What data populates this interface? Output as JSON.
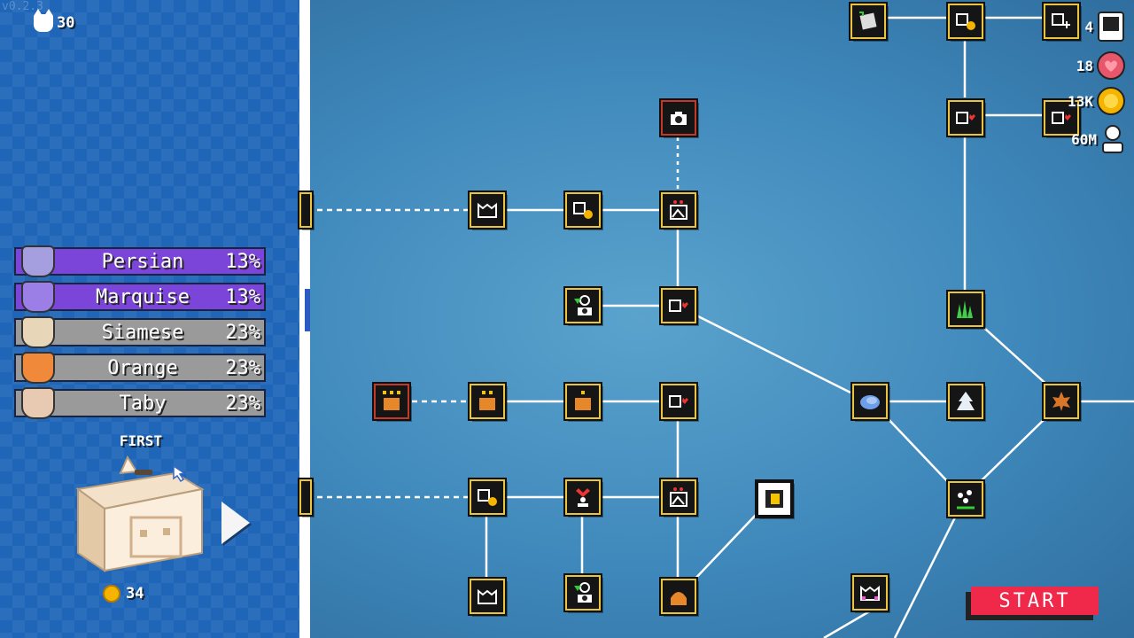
{
  "version": "v0.2.3",
  "cats_owned": "30",
  "breeds": [
    {
      "name": "Persian",
      "percent": "13%",
      "active": true,
      "color": "#a59fe0"
    },
    {
      "name": "Marquise",
      "percent": "13%",
      "active": true,
      "color": "#9b7fe6"
    },
    {
      "name": "Siamese",
      "percent": "23%",
      "active": false,
      "color": "#e8d6b8"
    },
    {
      "name": "Orange",
      "percent": "23%",
      "active": false,
      "color": "#f08a3a"
    },
    {
      "name": "Taby",
      "percent": "23%",
      "active": false,
      "color": "#e8c9b2"
    }
  ],
  "box": {
    "label": "FIRST",
    "price": "34"
  },
  "resources": {
    "photos": "4",
    "hearts": "18",
    "coins": "13K",
    "followers": "60M"
  },
  "start_label": "START",
  "colors": {
    "panel": "#1f66b8",
    "active_breed": "#7a45d8",
    "inactive_breed": "#9a9a9a",
    "start": "#f0294b",
    "node_border": "#e8c441"
  },
  "nodes": [
    {
      "id": "photo-frame",
      "icon": "photo-frame-icon"
    },
    {
      "id": "photo-coin",
      "icon": "photo-coin-icon"
    },
    {
      "id": "photo-plus",
      "icon": "photo-plus-icon"
    },
    {
      "id": "photo-heart",
      "icon": "photo-heart-icon"
    },
    {
      "id": "camera-locked",
      "icon": "camera-icon"
    },
    {
      "id": "cat-box",
      "icon": "cat-box-icon"
    },
    {
      "id": "grass",
      "icon": "grass-icon"
    },
    {
      "id": "cloud",
      "icon": "cloud-icon"
    },
    {
      "id": "snow-tree",
      "icon": "snow-tree-icon"
    },
    {
      "id": "autumn-leaf",
      "icon": "leaf-icon"
    },
    {
      "id": "flowers",
      "icon": "flowers-icon"
    },
    {
      "id": "double-photo",
      "icon": "double-photo-icon"
    },
    {
      "id": "pumpkin",
      "icon": "pumpkin-icon"
    },
    {
      "id": "cat-outline-pink",
      "icon": "cat-outline-icon"
    }
  ]
}
